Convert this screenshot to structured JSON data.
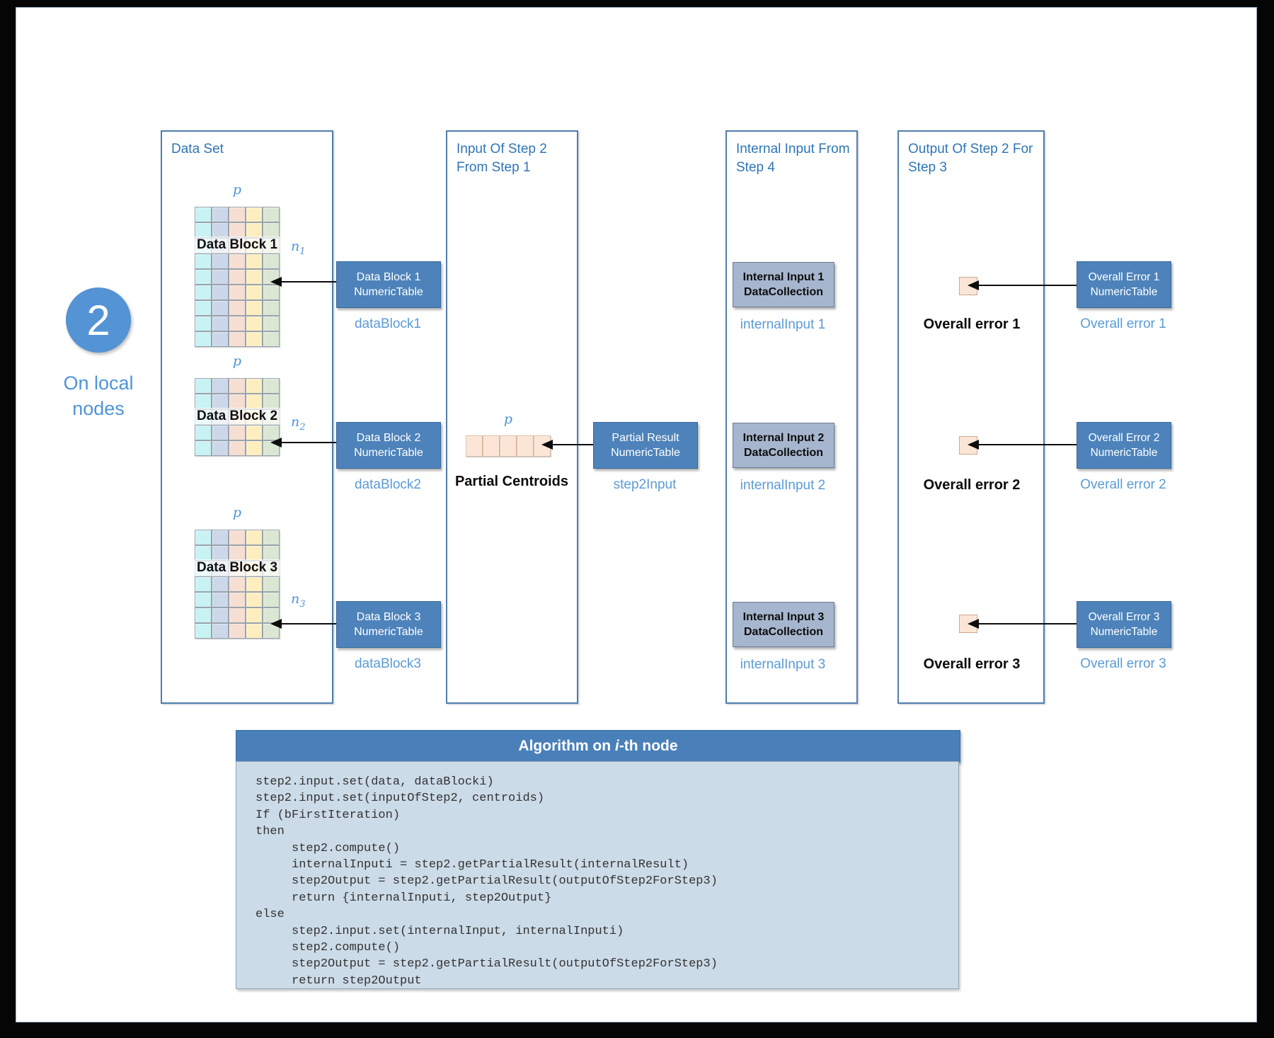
{
  "badge": {
    "number": "2",
    "caption": [
      "On local",
      "nodes"
    ]
  },
  "panels": {
    "data_set": {
      "title": "Data Set"
    },
    "input_step2": {
      "title": [
        "Input Of Step 2",
        "From Step 1"
      ]
    },
    "internal_input": {
      "title": [
        "Internal Input From",
        "Step 4"
      ]
    },
    "output_step2": {
      "title": [
        "Output Of Step 2 For",
        "Step 3"
      ]
    }
  },
  "grids": {
    "column_colors": [
      "#c8f2f4",
      "#ccd8ea",
      "#f6ded2",
      "#fdeec0",
      "#dbe7d3"
    ],
    "block1": {
      "rows": 9
    },
    "block2": {
      "rows": 5
    },
    "block3": {
      "rows": 7
    },
    "centroids": {
      "rows": 1,
      "color": "#fbe5d6"
    }
  },
  "data_blocks": [
    {
      "label": "Data Block 1",
      "p": "p",
      "n": {
        "base": "n",
        "sub": "1"
      },
      "box": [
        "Data Block 1",
        "NumericTable"
      ],
      "var": "dataBlock1"
    },
    {
      "label": "Data Block 2",
      "p": "p",
      "n": {
        "base": "n",
        "sub": "2"
      },
      "box": [
        "Data Block 2",
        "NumericTable"
      ],
      "var": "dataBlock2"
    },
    {
      "label": "Data Block 3",
      "p": "p",
      "n": {
        "base": "n",
        "sub": "3"
      },
      "box": [
        "Data Block 3",
        "NumericTable"
      ],
      "var": "dataBlock3"
    }
  ],
  "partial_centroids": {
    "p": "p",
    "label": "Partial Centroids",
    "box": [
      "Partial Result",
      "NumericTable"
    ],
    "var": "step2Input"
  },
  "internal_inputs": [
    {
      "box": [
        "Internal Input 1",
        "DataCollection"
      ],
      "var": "internalInput 1"
    },
    {
      "box": [
        "Internal Input 2",
        "DataCollection"
      ],
      "var": "internalInput 2"
    },
    {
      "box": [
        "Internal Input 3",
        "DataCollection"
      ],
      "var": "internalInput 3"
    }
  ],
  "outputs": [
    {
      "label": "Overall error 1",
      "box": [
        "Overall Error 1",
        "NumericTable"
      ],
      "var": "Overall error 1"
    },
    {
      "label": "Overall error 2",
      "box": [
        "Overall Error 2",
        "NumericTable"
      ],
      "var": "Overall error 2"
    },
    {
      "label": "Overall error 3",
      "box": [
        "Overall Error 3",
        "NumericTable"
      ],
      "var": "Overall error 3"
    }
  ],
  "algorithm": {
    "title": {
      "prefix": "Algorithm on ",
      "italic": "i",
      "suffix": "-th node"
    },
    "code": [
      "step2.input.set(data, dataBlocki)",
      "step2.input.set(inputOfStep2, centroids)",
      "If (bFirstIteration)",
      "then",
      "     step2.compute()",
      "     internalInputi = step2.getPartialResult(internalResult)",
      "     step2Output = step2.getPartialResult(outputOfStep2ForStep3)",
      "     return {internalInputi, step2Output}",
      "else",
      "     step2.input.set(internalInput, internalInputi)",
      "     step2.compute()",
      "     step2Output = step2.getPartialResult(outputOfStep2ForStep3)",
      "     return step2Output"
    ]
  },
  "colors": {
    "accent_blue": "#4d83ba",
    "light_label_blue": "#5b9bd5",
    "panel_border": "#4f7dac",
    "title_blue": "#2e75b6",
    "badge_blue": "#5493d4",
    "gray_box": "#a6b6ce",
    "code_bg": "#ccdbe8",
    "peach": "#fbe5d6"
  }
}
